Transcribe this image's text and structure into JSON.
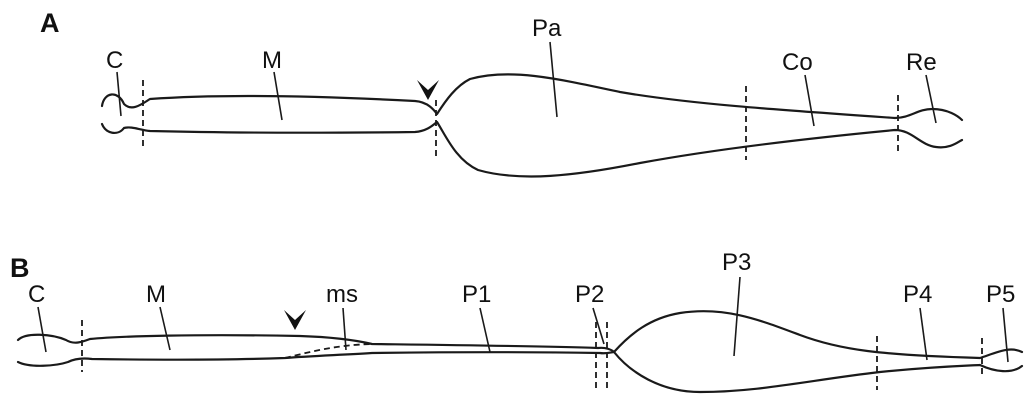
{
  "panel_a": {
    "panel_label": "A",
    "labels": {
      "c": "C",
      "m": "M",
      "pa": "Pa",
      "co": "Co",
      "re": "Re"
    },
    "marker_icon": "arrowhead-down-icon"
  },
  "panel_b": {
    "panel_label": "B",
    "labels": {
      "c": "C",
      "m": "M",
      "ms": "ms",
      "p1": "P1",
      "p2": "P2",
      "p3": "P3",
      "p4": "P4",
      "p5": "P5"
    },
    "marker_icon": "arrowhead-down-icon"
  },
  "colors": {
    "ink": "#1a1a1a",
    "background": "#ffffff"
  }
}
